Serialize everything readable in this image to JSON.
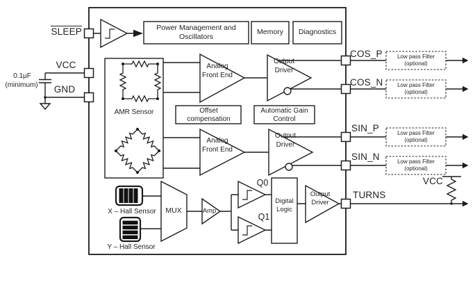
{
  "colors": {
    "line": "#1c1c1c",
    "background": "#ffffff",
    "text": "#1f1f1f"
  },
  "external": {
    "sleep_label": "SLEEP",
    "vcc_label": "VCC",
    "gnd_label": "GND",
    "cap_value": "0.1µF",
    "cap_note": "(minimum)",
    "pullup_vcc_label": "VCC"
  },
  "top_blocks": {
    "power_mgmt": "Power Management and Oscillators",
    "memory": "Memory",
    "diagnostics": "Diagnostics"
  },
  "amr": {
    "label": "AMR Sensor"
  },
  "analog_path": {
    "afe1": "Analog Front End",
    "afe2": "Analog Front End",
    "driver1": "Output Driver",
    "driver2": "Output Driver",
    "offset": "Offset compensation",
    "agc": "Automatic Gain Control"
  },
  "hall_path": {
    "x_hall": "X – Hall Sensor",
    "y_hall": "Y – Hall Sensor",
    "mux": "MUX",
    "amp": "Amp",
    "q0": "Q0",
    "q1": "Q1",
    "digital_logic": "Digital Logic",
    "driver": "Output Driver"
  },
  "pins": {
    "cos_p": "COS_P",
    "cos_n": "COS_N",
    "sin_p": "SIN_P",
    "sin_n": "SIN_N",
    "turns": "TURNS"
  },
  "filters": {
    "label": "Low pass Filter (optional)"
  }
}
